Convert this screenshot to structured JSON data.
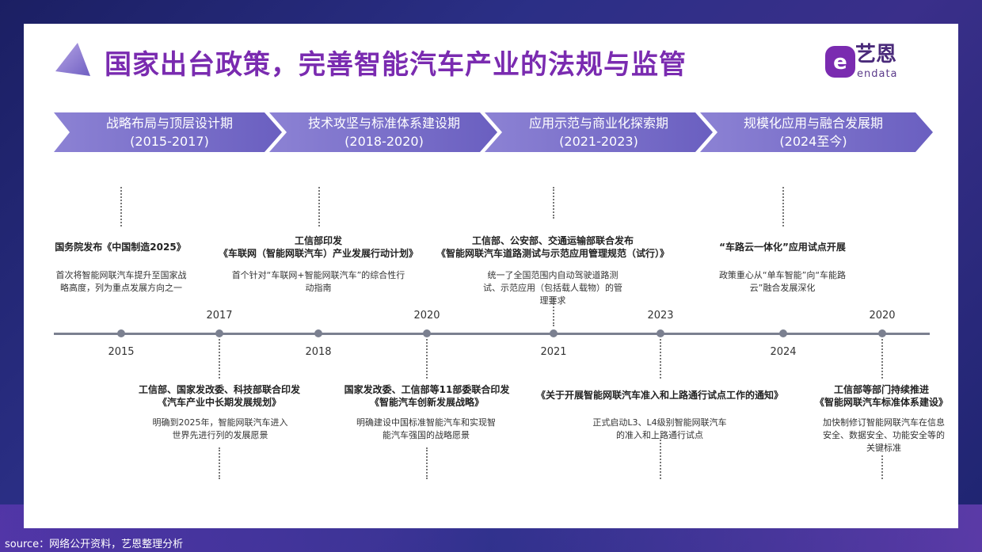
{
  "header": {
    "title": "国家出台政策，完善智能汽车产业的法规与监管",
    "logo_cn": "艺恩",
    "logo_en": "endata"
  },
  "phases": [
    {
      "label": "战略布局与顶层设计期",
      "period": "(2015-2017)"
    },
    {
      "label": "技术攻坚与标准体系建设期",
      "period": "(2018-2020)"
    },
    {
      "label": "应用示范与商业化探索期",
      "period": "(2021-2023)"
    },
    {
      "label": "规模化应用与融合发展期",
      "period": "(2024至今)"
    }
  ],
  "years_below": [
    "2015",
    "2018",
    "2021",
    "2024"
  ],
  "years_above": [
    "2017",
    "2020",
    "2023",
    "2020"
  ],
  "events_top": [
    {
      "title": "国务院发布《中国制造2025》",
      "desc": "首次将智能网联汽车提升至国家战略高度，列为重点发展方向之一"
    },
    {
      "title1": "工信部印发",
      "title2": "《车联网（智能网联汽车）产业发展行动计划》",
      "desc": "首个针对“车联网+智能网联汽车”的综合性行动指南"
    },
    {
      "title1": "工信部、公安部、交通运输部联合发布",
      "title2": "《智能网联汽车道路测试与示范应用管理规范（试行）》",
      "desc": "统一了全国范围内自动驾驶道路测试、示范应用（包括载人载物）的管理要求"
    },
    {
      "title": "“车路云一体化”应用试点开展",
      "desc": "政策重心从“单车智能”向“车能路云”融合发展深化"
    }
  ],
  "events_bottom": [
    {
      "title1": "工信部、国家发改委、科技部联合印发",
      "title2": "《汽车产业中长期发展规划》",
      "desc": "明确到2025年，智能网联汽车进入世界先进行列的发展愿景"
    },
    {
      "title1": "国家发改委、工信部等11部委联合印发",
      "title2": "《智能汽车创新发展战略》",
      "desc": "明确建设中国标准智能汽车和实现智能汽车强国的战略愿景"
    },
    {
      "title": "《关于开展智能网联汽车准入和上路通行试点工作的通知》",
      "desc": "正式启动L3、L4级别智能网联汽车的准入和上路通行试点"
    },
    {
      "title1": "工信部等部门持续推进",
      "title2": "《智能网联汽车标准体系建设》",
      "desc": "加快制修订智能网联汽车在信息安全、数据安全、功能安全等的关键标准"
    }
  ],
  "footer": {
    "source": "source：网络公开资料，艺恩整理分析"
  },
  "colors": {
    "title": "#7a2bb0",
    "phase": "#7d74c8",
    "timeline": "#7b8090"
  }
}
